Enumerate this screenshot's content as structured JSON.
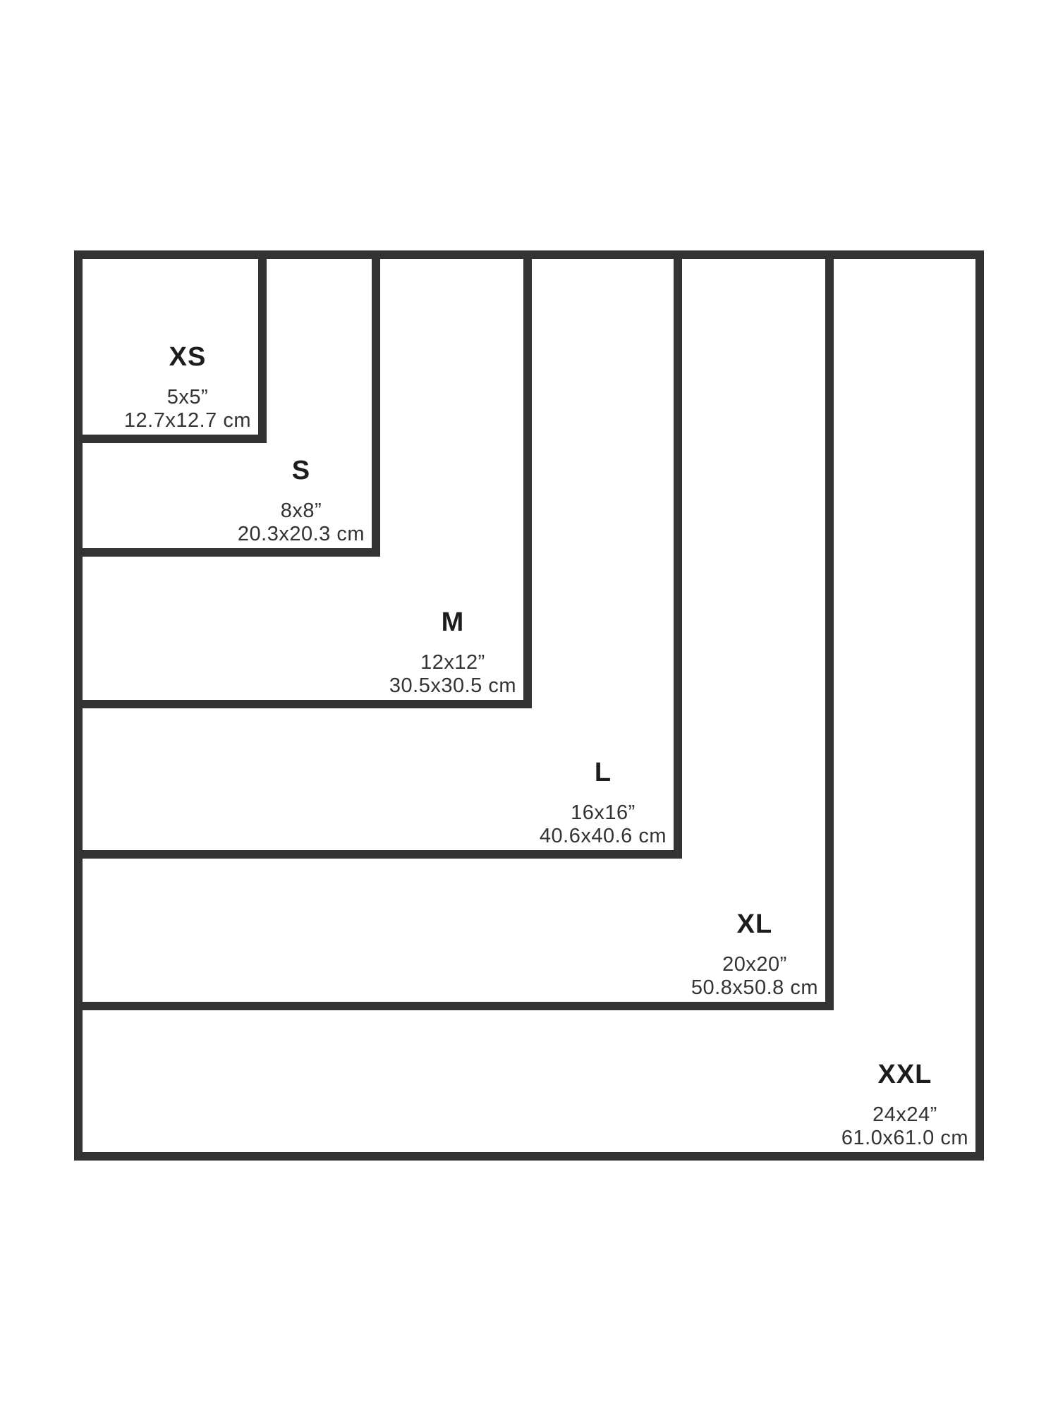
{
  "page": {
    "background_color": "#ffffff"
  },
  "diagram": {
    "kind": "nested-square-size-chart",
    "border_color": "#333333",
    "letter_color": "#1d1d1d",
    "dim_color": "#333333",
    "unit_ratio_base": 24,
    "sizes": [
      {
        "label": "XS",
        "inches": "5x5”",
        "cm": "12.7x12.7 cm",
        "ratio": 5
      },
      {
        "label": "S",
        "inches": "8x8”",
        "cm": "20.3x20.3 cm",
        "ratio": 8
      },
      {
        "label": "M",
        "inches": "12x12”",
        "cm": "30.5x30.5 cm",
        "ratio": 12
      },
      {
        "label": "L",
        "inches": "16x16”",
        "cm": "40.6x40.6 cm",
        "ratio": 16
      },
      {
        "label": "XL",
        "inches": "20x20”",
        "cm": "50.8x50.8 cm",
        "ratio": 20
      },
      {
        "label": "XXL",
        "inches": "24x24”",
        "cm": "61.0x61.0 cm",
        "ratio": 24
      }
    ]
  }
}
